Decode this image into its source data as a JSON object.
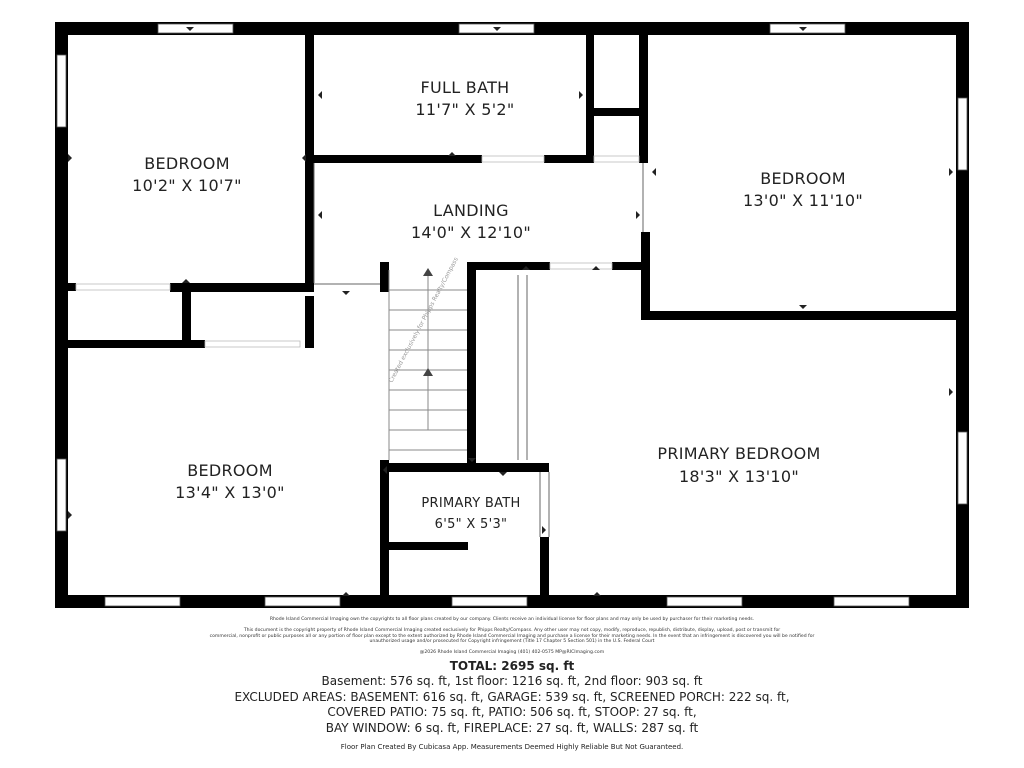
{
  "rooms": {
    "bedroom_nw": {
      "name": "BEDROOM",
      "dims": "10'2\" X 10'7\""
    },
    "full_bath": {
      "name": "FULL BATH",
      "dims": "11'7\" X 5'2\""
    },
    "bedroom_ne": {
      "name": "BEDROOM",
      "dims": "13'0\" X 11'10\""
    },
    "landing": {
      "name": "LANDING",
      "dims": "14'0\" X 12'10\""
    },
    "bedroom_sw": {
      "name": "BEDROOM",
      "dims": "13'4\" X 13'0\""
    },
    "primary_bath": {
      "name": "PRIMARY BATH",
      "dims": "6'5\" X 5'3\""
    },
    "primary_bedroom": {
      "name": "PRIMARY BEDROOM",
      "dims": "18'3\" X 13'10\""
    }
  },
  "watermark": "Created exclusively for Phipps Realty/Compass",
  "fine_print": {
    "line1": "Rhode Island Commercial Imaging own the copyrights to all floor plans created by our company. Clients receive an individual license for floor plans and may only be used by purchaser for their marketing needs.",
    "line2": "This document is the copyright property of Rhode Island Commercial Imaging created exclusively for Phipps Realty/Compass. Any other user may not copy, modify, reproduce, republish, distribute, display, upload, post or transmit for",
    "line3": "commercial, nonprofit or public purposes all or any portion of floor plan except to the extent authorized by Rhode Island Commercial Imaging and purchase a license for their marketing needs. In the event that an infringement is discovered you will be notified for",
    "line4": "unauthorized usage and/or prosecuted for Copyright infringement (Title 17 Chapter 5 Section 501) in the U.S. Federal Court",
    "line5": "@2026 Rhode Island Commercial Imaging (401) 402-0575 MP@RICImaging.com"
  },
  "summary": {
    "total": "TOTAL: 2695 sq. ft",
    "line1": "Basement: 576 sq. ft, 1st floor: 1216 sq. ft, 2nd floor: 903 sq. ft",
    "line2": "EXCLUDED AREAS: BASEMENT: 616 sq. ft, GARAGE: 539 sq. ft, SCREENED PORCH: 222 sq. ft,",
    "line3": "COVERED PATIO: 75 sq. ft, PATIO: 506 sq. ft, STOOP: 27 sq. ft,",
    "line4": "BAY WINDOW: 6 sq. ft, FIREPLACE: 27 sq. ft, WALLS: 287 sq. ft"
  },
  "disclaimer": "Floor Plan Created By Cubicasa App. Measurements Deemed Highly Reliable But Not Guaranteed."
}
